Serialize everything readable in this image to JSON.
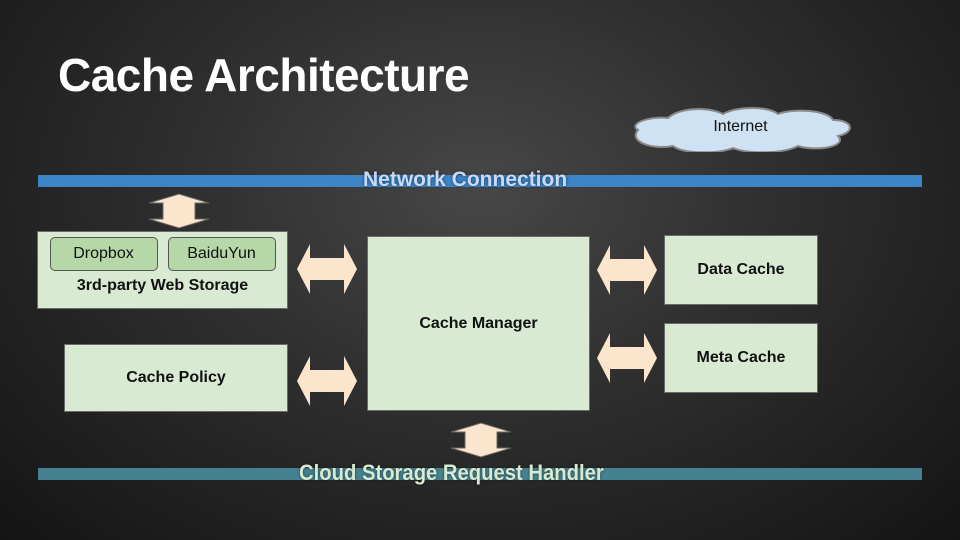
{
  "slide": {
    "title": "Cache Architecture"
  },
  "diagram": {
    "network_bar": {
      "label": "Network Connection",
      "color": "#3d85c6"
    },
    "cloud_bar": {
      "label": "Cloud Storage Request Handler",
      "color": "#45818e"
    },
    "internet_cloud": {
      "label": "Internet"
    },
    "web_storage": {
      "label": "3rd-party Web Storage",
      "providers": [
        "Dropbox",
        "BaiduYun"
      ]
    },
    "cache_policy": {
      "label": "Cache Policy"
    },
    "cache_manager": {
      "label": "Cache Manager"
    },
    "data_cache": {
      "label": "Data Cache"
    },
    "meta_cache": {
      "label": "Meta Cache"
    },
    "colors": {
      "box_fill": "#d9ead3",
      "provider_fill": "#b6d7a8",
      "arrow_fill": "#fce5cd"
    }
  }
}
